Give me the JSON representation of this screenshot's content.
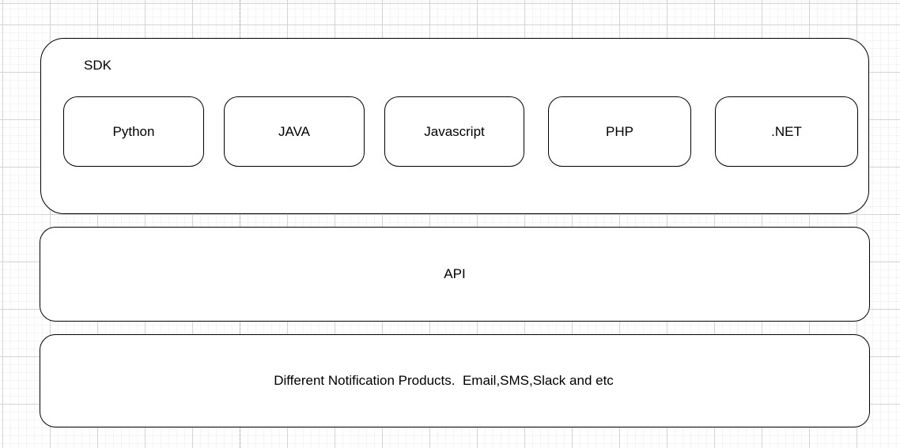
{
  "canvas": {
    "colors": {
      "background": "#ffffff",
      "fill-color": "#ffffff",
      "stroke-color": "#000000",
      "text-color": "#000000",
      "grid-minor-color": "#f4f4f4",
      "grid-major-color": "#d4d4d4",
      "page-break-color": "#b4b4b4"
    }
  },
  "diagram": {
    "sdk_group": {
      "label": "SDK",
      "children": [
        {
          "label": "Python"
        },
        {
          "label": "JAVA"
        },
        {
          "label": "Javascript"
        },
        {
          "label": "PHP"
        },
        {
          "label": ".NET"
        }
      ]
    },
    "api_box": {
      "label": "API"
    },
    "products_box": {
      "label": "Different Notification Products.  Email,SMS,Slack and etc"
    }
  }
}
